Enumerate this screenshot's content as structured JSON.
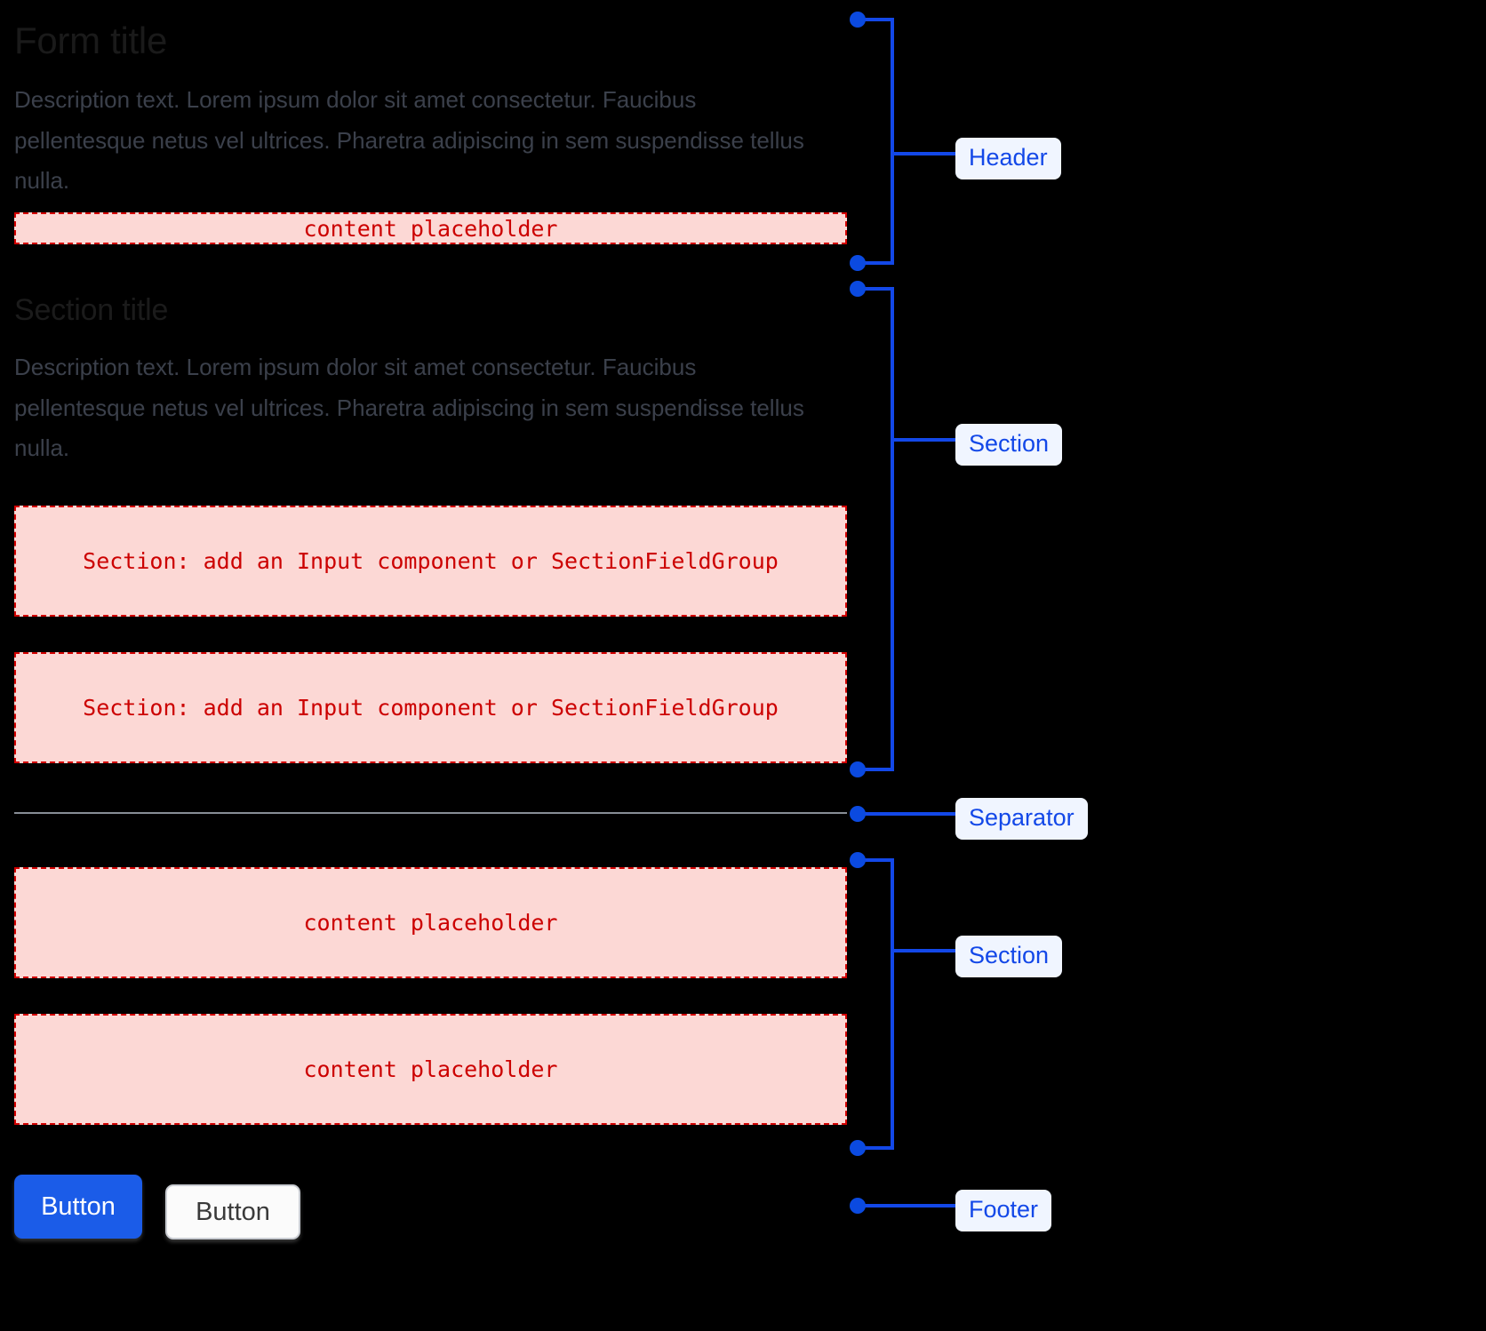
{
  "colors": {
    "background": "#000000",
    "title_text": "#1a1a1a",
    "description_text": "#3b404b",
    "placeholder_fill": "#fcd8d5",
    "placeholder_border": "#d30000",
    "placeholder_text": "#cc0000",
    "annotation_blue": "#1348e8",
    "annotation_chip_bg": "#f0f5ff",
    "separator_gray": "#888e96",
    "primary_button_bg": "#1b5ce8",
    "primary_button_text": "#ffffff",
    "secondary_button_bg": "#fbfbfb",
    "secondary_button_border": "#c9ccd2",
    "secondary_button_text": "#3a3a3a"
  },
  "form": {
    "header": {
      "title": "Form title",
      "description": "Description text. Lorem ipsum dolor sit amet consectetur. Faucibus pellentesque netus vel ultrices. Pharetra adipiscing in sem suspendisse tellus nulla.",
      "placeholder": "content placeholder"
    },
    "section": {
      "title": "Section title",
      "description": "Description text. Lorem ipsum dolor sit amet consectetur. Faucibus pellentesque netus vel ultrices. Pharetra adipiscing in sem suspendisse tellus nulla.",
      "placeholders": [
        "Section: add an Input component or SectionFieldGroup",
        "Section: add an Input component or SectionFieldGroup"
      ]
    },
    "section_lower": {
      "placeholders": [
        "content placeholder",
        "content placeholder"
      ]
    },
    "footer": {
      "primary_button": "Button",
      "secondary_button": "Button"
    }
  },
  "annotations": {
    "header": "Header",
    "section_1": "Section",
    "separator": "Separator",
    "section_2": "Section",
    "footer": "Footer"
  }
}
